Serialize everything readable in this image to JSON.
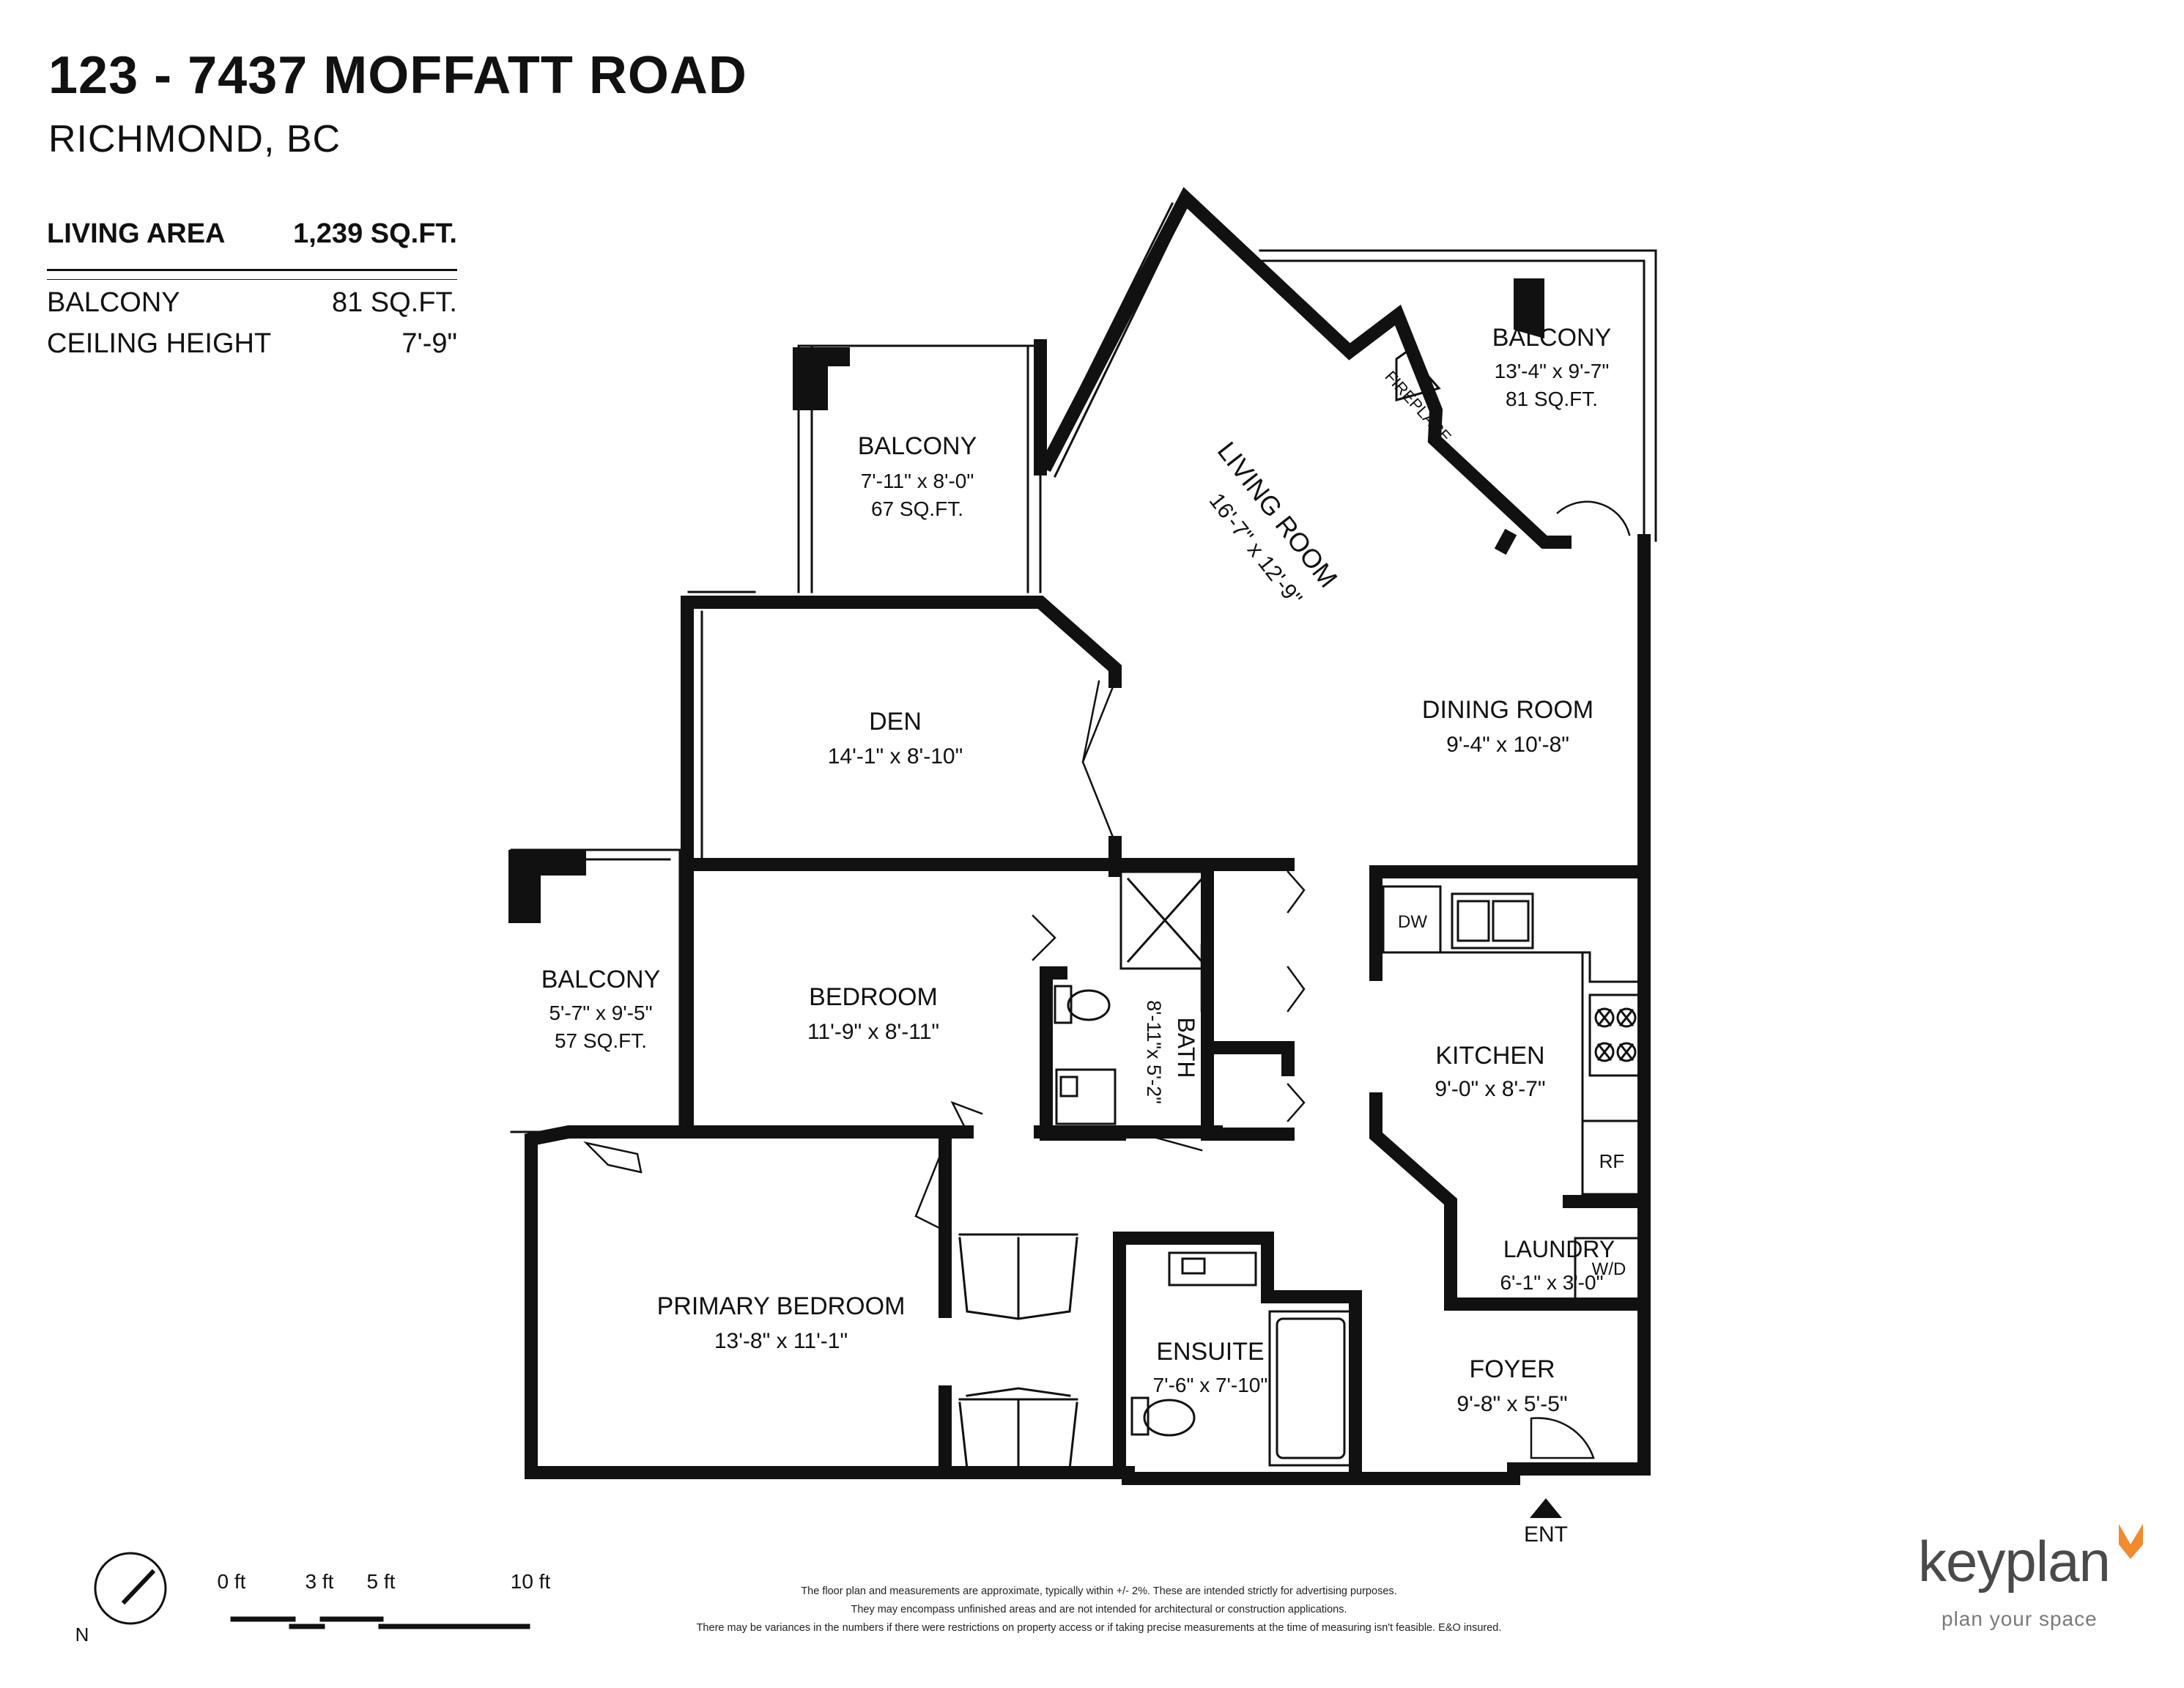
{
  "header": {
    "title": "123 - 7437 MOFFATT ROAD",
    "subtitle": "RICHMOND, BC"
  },
  "areas": {
    "living_label": "LIVING AREA",
    "living_value": "1,239 SQ.FT.",
    "balcony_label": "BALCONY",
    "balcony_value": "81 SQ.FT.",
    "ceiling_label": "CEILING HEIGHT",
    "ceiling_value": "7'-9\""
  },
  "rooms": {
    "balcony_top": {
      "name": "BALCONY",
      "dims": "7'-11\"  x  8'-0\"",
      "area": "67 SQ.FT."
    },
    "balcony_right": {
      "name": "BALCONY",
      "dims": "13'-4\"  x  9'-7\"",
      "area": "81 SQ.FT."
    },
    "balcony_left": {
      "name": "BALCONY",
      "dims": "5'-7\"  x  9'-5\"",
      "area": "57 SQ.FT."
    },
    "fireplace": "FIREPLACE",
    "living": {
      "name": "LIVING ROOM",
      "dims": "16'-7\"  x  12'-9\""
    },
    "den": {
      "name": "DEN",
      "dims": "14'-1\"  x  8'-10\""
    },
    "dining": {
      "name": "DINING ROOM",
      "dims": "9'-4\"  x  10'-8\""
    },
    "bedroom": {
      "name": "BEDROOM",
      "dims": "11'-9\"  x  8'-11\""
    },
    "bath": {
      "name": "BATH",
      "dims": "8'-11\"x 5'-2\""
    },
    "kitchen": {
      "name": "KITCHEN",
      "dims": "9'-0\"  x  8'-7\""
    },
    "primary": {
      "name": "PRIMARY BEDROOM",
      "dims": "13'-8\"  x  11'-1\""
    },
    "ensuite": {
      "name": "ENSUITE",
      "dims": "7'-6\" x 7'-10\""
    },
    "laundry": {
      "name": "LAUNDRY",
      "dims": "6'-1\"  x  3'-0\""
    },
    "foyer": {
      "name": "FOYER",
      "dims": "9'-8\"  x  5'-5\""
    },
    "appliance_dw": "DW",
    "appliance_rf": "RF",
    "appliance_wd": "W/D",
    "entry": "ENT"
  },
  "scale": {
    "north": "N",
    "ticks": [
      "0 ft",
      "3 ft",
      "5 ft",
      "10 ft"
    ]
  },
  "disclaimer": [
    "The floor plan and measurements are approximate, typically within +/- 2%. These are intended strictly for advertising purposes.",
    "They may encompass unfinished areas and are not intended for architectural or construction applications.",
    "There may be variances in the numbers if there were restrictions on property access or if taking precise measurements at the time of measuring isn't feasible. E&O insured."
  ],
  "brand": {
    "name": "keyplan",
    "tagline": "plan your space",
    "accent": "#f28a2e"
  }
}
